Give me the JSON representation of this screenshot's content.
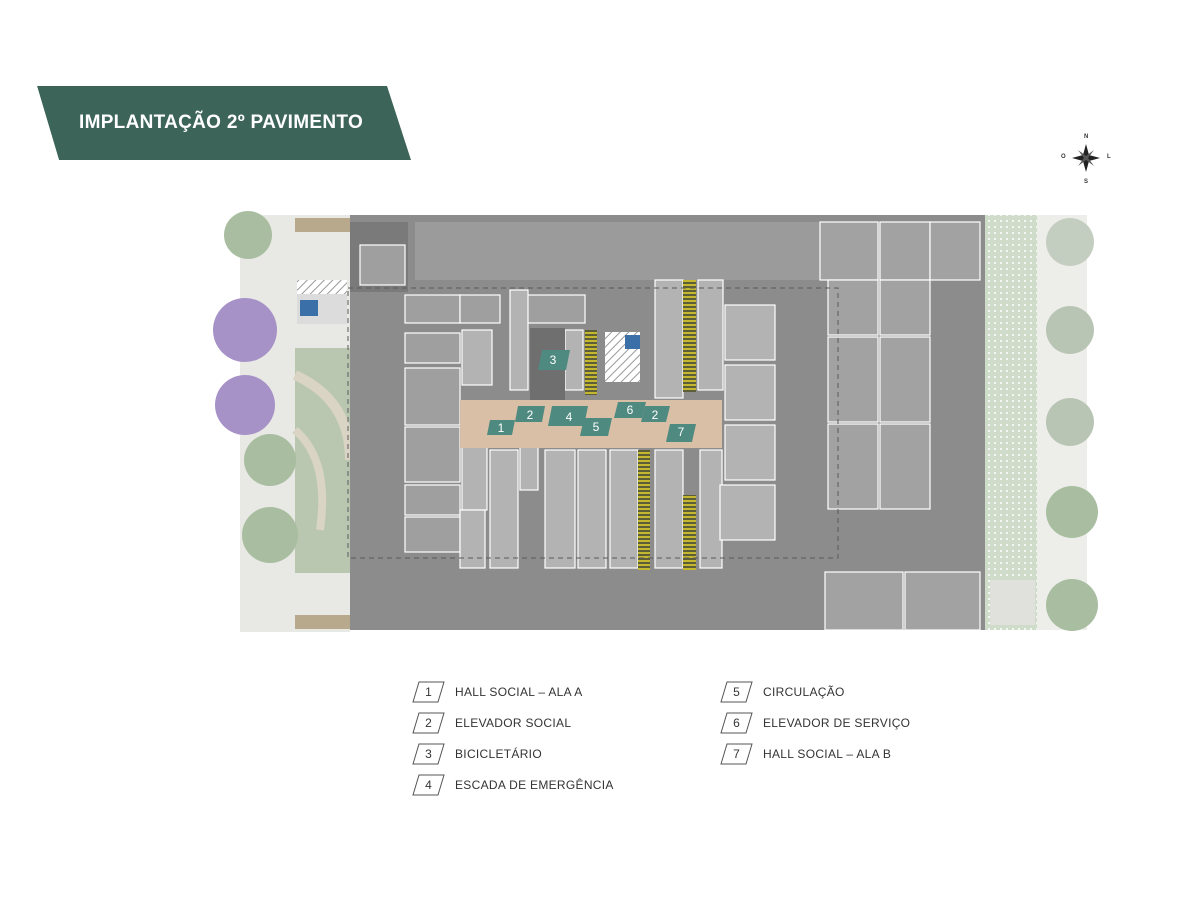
{
  "title": "IMPLANTAÇÃO 2º PAVIMENTO",
  "colors": {
    "ribbon": "#3d6459",
    "marker_fill": "#4f8a80",
    "asphalt": "#8c8c8c",
    "parking": "#999999",
    "sidewalk": "#e6e6e2",
    "garden": "#a3b59b",
    "corridor": "#d8bfa6",
    "stripe": "#c3b82f"
  },
  "compass": {
    "north": "N",
    "south": "S",
    "east": "L",
    "west": "O"
  },
  "legend": [
    {
      "num": "1",
      "label": "HALL SOCIAL – ALA A"
    },
    {
      "num": "2",
      "label": "ELEVADOR SOCIAL"
    },
    {
      "num": "3",
      "label": "BICICLETÁRIO"
    },
    {
      "num": "4",
      "label": "ESCADA DE EMERGÊNCIA"
    },
    {
      "num": "5",
      "label": "CIRCULAÇÃO"
    },
    {
      "num": "6",
      "label": "ELEVADOR DE SERVIÇO"
    },
    {
      "num": "7",
      "label": "HALL SOCIAL – ALA B"
    }
  ],
  "plan_markers": [
    "1",
    "2",
    "4",
    "5",
    "6",
    "2",
    "7",
    "3"
  ]
}
